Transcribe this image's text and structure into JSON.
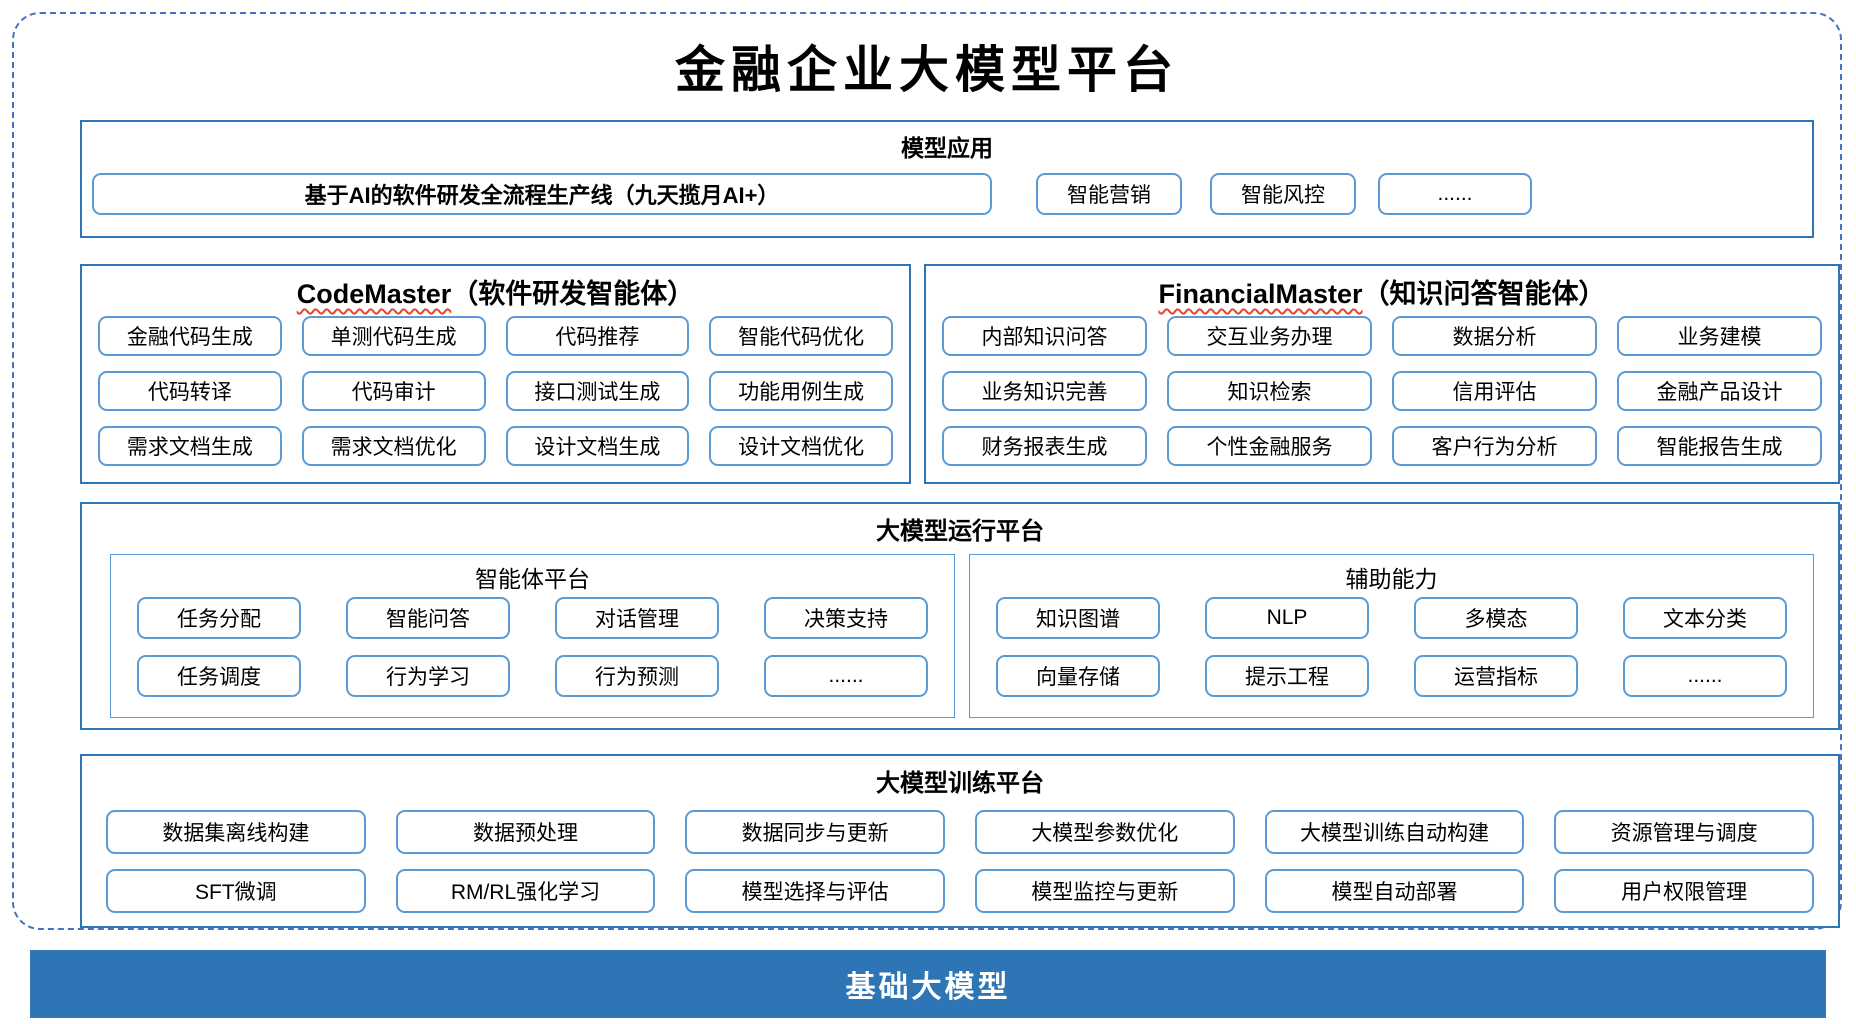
{
  "title": "金融企业大模型平台",
  "colors": {
    "outer_dashed_border": "#4472C4",
    "section_border": "#2E75B6",
    "item_border": "#5B9BD5",
    "base_bar_background": "#2E75B6",
    "base_bar_text": "#FFFFFF",
    "spellcheck_underline": "#E8442C"
  },
  "model_application": {
    "title": "模型应用",
    "main_item": "基于AI的软件研发全流程生产线（九天揽月AI+）",
    "items": [
      "智能营销",
      "智能风控",
      "......"
    ]
  },
  "code_master": {
    "title_en": "CodeMaster",
    "title_zh": "（软件研发智能体）",
    "rows": [
      [
        "金融代码生成",
        "单测代码生成",
        "代码推荐",
        "智能代码优化"
      ],
      [
        "代码转译",
        "代码审计",
        "接口测试生成",
        "功能用例生成"
      ],
      [
        "需求文档生成",
        "需求文档优化",
        "设计文档生成",
        "设计文档优化"
      ]
    ]
  },
  "financial_master": {
    "title_en": "FinancialMaster",
    "title_zh": "（知识问答智能体）",
    "rows": [
      [
        "内部知识问答",
        "交互业务办理",
        "数据分析",
        "业务建模"
      ],
      [
        "业务知识完善",
        "知识检索",
        "信用评估",
        "金融产品设计"
      ],
      [
        "财务报表生成",
        "个性金融服务",
        "客户行为分析",
        "智能报告生成"
      ]
    ]
  },
  "runtime_platform": {
    "title": "大模型运行平台",
    "agent_platform": {
      "title": "智能体平台",
      "rows": [
        [
          "任务分配",
          "智能问答",
          "对话管理",
          "决策支持"
        ],
        [
          "任务调度",
          "行为学习",
          "行为预测",
          "......"
        ]
      ]
    },
    "auxiliary": {
      "title": "辅助能力",
      "rows": [
        [
          "知识图谱",
          "NLP",
          "多模态",
          "文本分类"
        ],
        [
          "向量存储",
          "提示工程",
          "运营指标",
          "......"
        ]
      ]
    }
  },
  "training_platform": {
    "title": "大模型训练平台",
    "rows": [
      [
        "数据集离线构建",
        "数据预处理",
        "数据同步与更新",
        "大模型参数优化",
        "大模型训练自动构建",
        "资源管理与调度"
      ],
      [
        "SFT微调",
        "RM/RL强化学习",
        "模型选择与评估",
        "模型监控与更新",
        "模型自动部署",
        "用户权限管理"
      ]
    ]
  },
  "base_model_bar": "基础大模型"
}
